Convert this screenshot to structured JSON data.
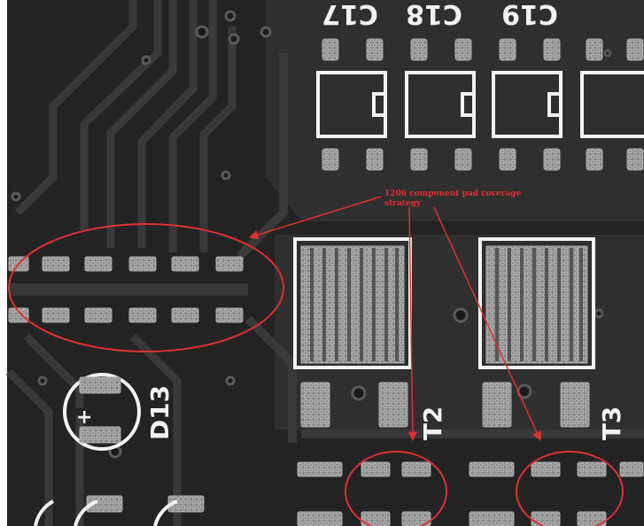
{
  "image": {
    "subject": "pcb-xray-pad-coverage",
    "colors": {
      "board": "#232323",
      "trace": "#373737",
      "silkscreen": "#f2f2f2",
      "pad": "#8c8c8c",
      "annotation": "#e03030"
    }
  },
  "silkscreen_labels": {
    "c17": "C17",
    "c18": "C18",
    "c19": "C19",
    "d13": "D13",
    "t2": "T2",
    "t3": "T3"
  },
  "annotation": {
    "line1": "1206 component pad coverage",
    "line2": "strategy"
  }
}
